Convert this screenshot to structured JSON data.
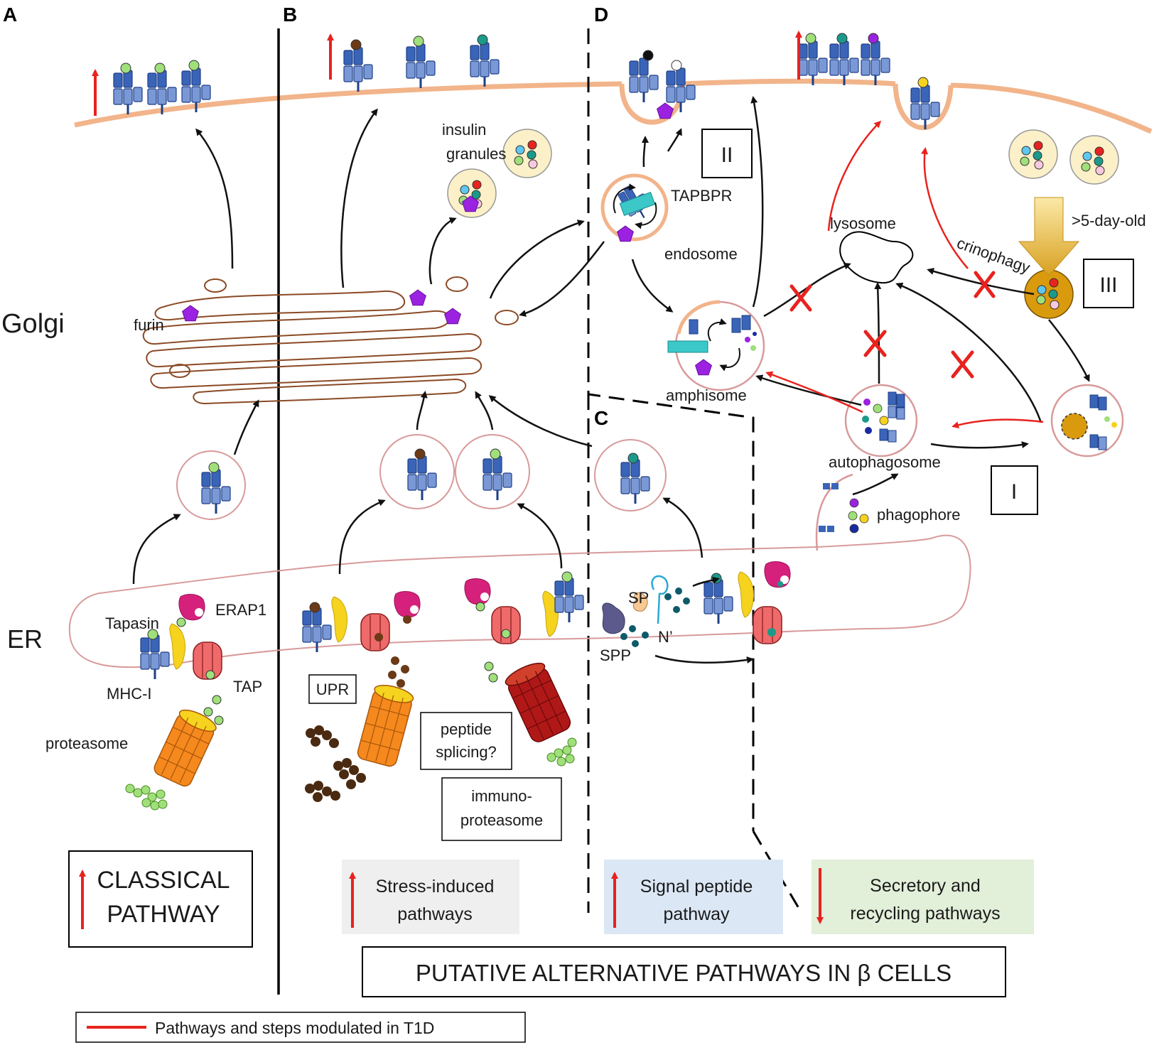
{
  "panels": {
    "a": "A",
    "b": "B",
    "c": "C",
    "d": "D"
  },
  "compartments": {
    "golgi": "Golgi",
    "er": "ER"
  },
  "labels": {
    "furin": "furin",
    "insulin_granules_1": "insulin",
    "insulin_granules_2": "granules",
    "tapbpr": "TAPBPR",
    "endosome": "endosome",
    "lysosome": "lysosome",
    "crinophagy": "crinophagy",
    "age": ">5-day-old",
    "amphisome": "amphisome",
    "autophagosome": "autophagosome",
    "phagophore": "phagophore",
    "tapasin": "Tapasin",
    "erap1": "ERAP1",
    "mhc": "MHC-I",
    "tap": "TAP",
    "proteasome": "proteasome",
    "sp": "SP",
    "spp": "SPP",
    "n_term": "N’"
  },
  "boxes": {
    "upr": "UPR",
    "splicing_1": "peptide",
    "splicing_2": "splicing?",
    "immuno_1": "immuno-",
    "immuno_2": "proteasome",
    "route_1": "I",
    "route_2": "II",
    "route_3": "III"
  },
  "pathways": {
    "classical_1": "CLASSICAL",
    "classical_2": "PATHWAY",
    "stress_1": "Stress-induced",
    "stress_2": "pathways",
    "signal_1": "Signal peptide",
    "signal_2": "pathway",
    "secretory_1": "Secretory and",
    "secretory_2": "recycling pathways"
  },
  "title": "PUTATIVE ALTERNATIVE PATHWAYS IN β CELLS",
  "legend": "Pathways and steps modulated in T1D",
  "colors": {
    "membrane": "#f2b48a",
    "mhc": "#3a64b8",
    "mhc_light": "#7a98d6",
    "golgi": "#8b4a25",
    "vesicle": "#d89a9a",
    "red_arrow": "#e8221e",
    "tapasin": "#f5d31e",
    "tap": "#ef6a6a",
    "erap1": "#d6217c",
    "proteasome": "#f5891e",
    "immunoproteasome": "#b01818",
    "peptide_green": "#9fe07a",
    "furin": "#9b22e0",
    "granule": "#fbf0c8",
    "old_granule": "#d99a0e",
    "stress_bg": "#efefef",
    "signal_bg": "#dbe7f5",
    "secretory_bg": "#e2efd9"
  }
}
